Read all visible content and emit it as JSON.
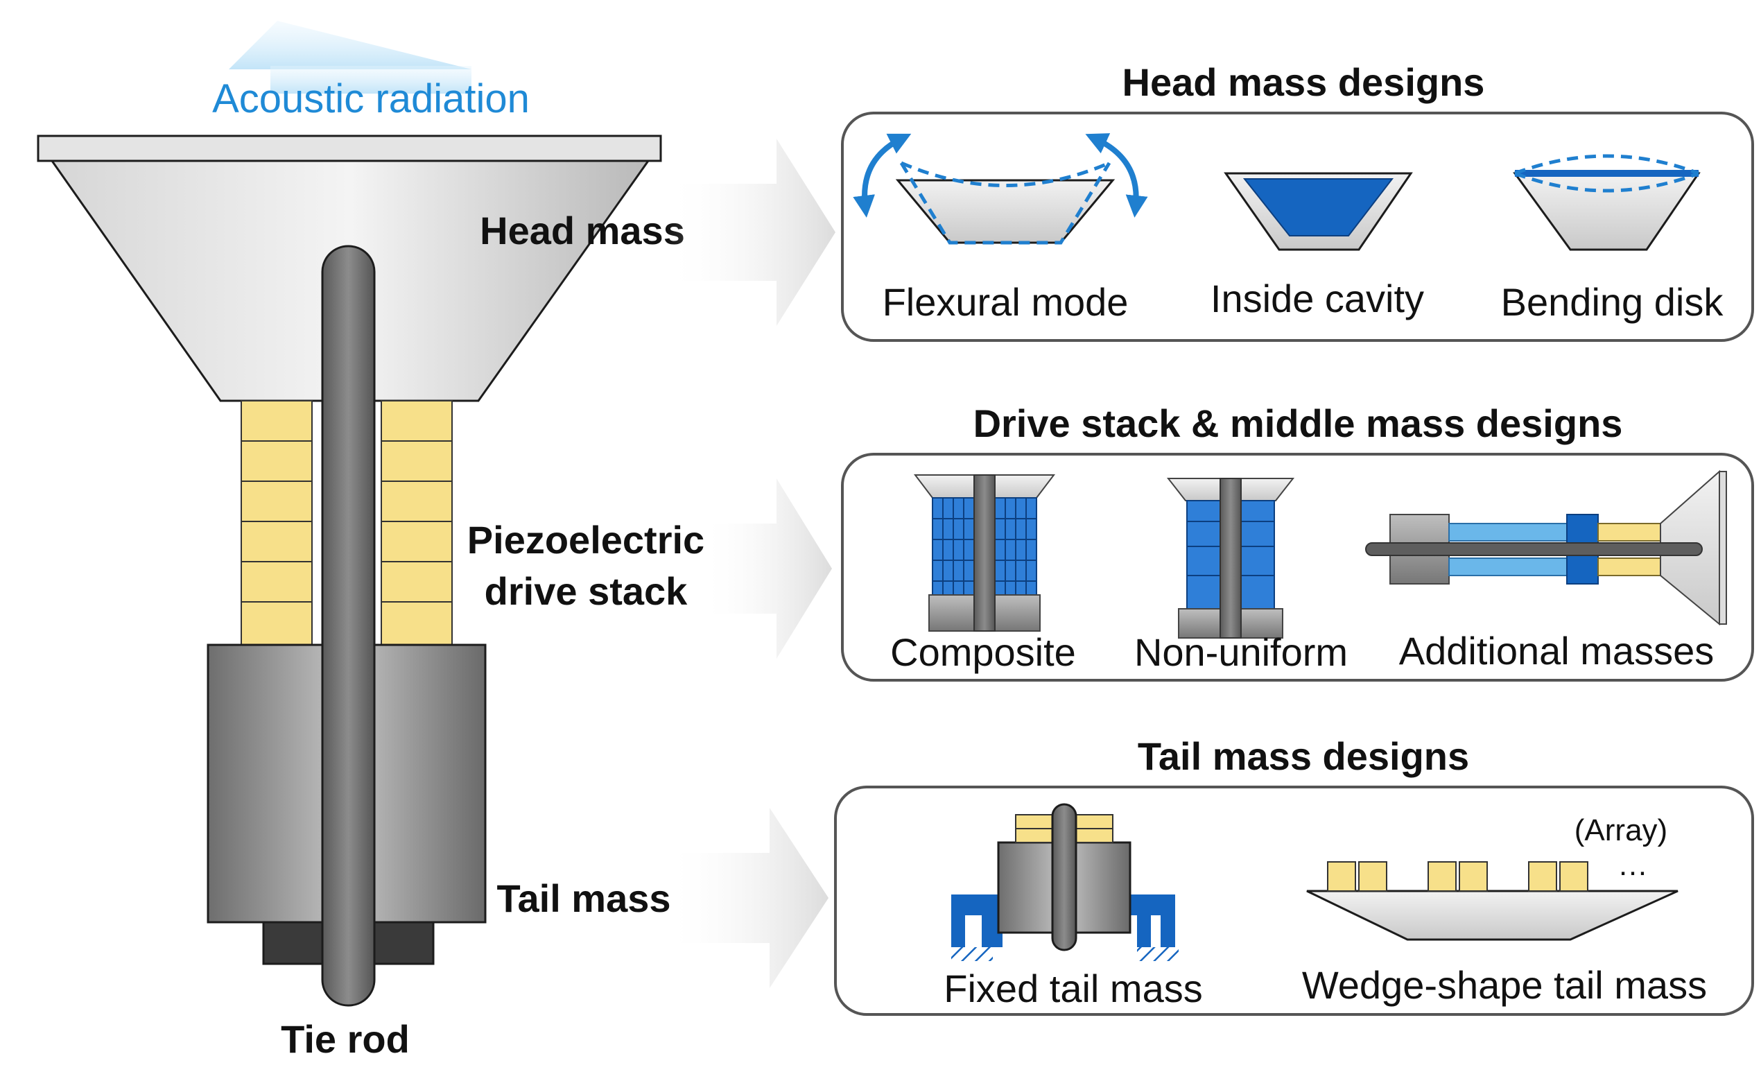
{
  "main": {
    "acoustic_radiation": "Acoustic radiation",
    "head_mass": "Head mass",
    "piezo_line1": "Piezoelectric",
    "piezo_line2": "drive stack",
    "tail_mass": "Tail mass",
    "tie_rod": "Tie rod"
  },
  "panels": {
    "head": {
      "title": "Head mass designs",
      "items": [
        "Flexural mode",
        "Inside cavity",
        "Bending disk"
      ]
    },
    "drive": {
      "title": "Drive stack & middle mass designs",
      "items": [
        "Composite",
        "Non-uniform",
        "Additional masses"
      ]
    },
    "tail": {
      "title": "Tail mass designs",
      "items": [
        "Fixed tail mass",
        "Wedge-shape tail mass"
      ],
      "array_label": "(Array)",
      "ellipsis": "…"
    }
  },
  "colors": {
    "accent_blue": "#1565c0",
    "light_blue": "#4aa3df",
    "piezo_yellow": "#f7e08a",
    "steel_gray": "#8a8a8a",
    "rod_gray": "#6e6e6e",
    "nut_dark": "#3a3a3a",
    "outline": "#1c1c1c"
  }
}
